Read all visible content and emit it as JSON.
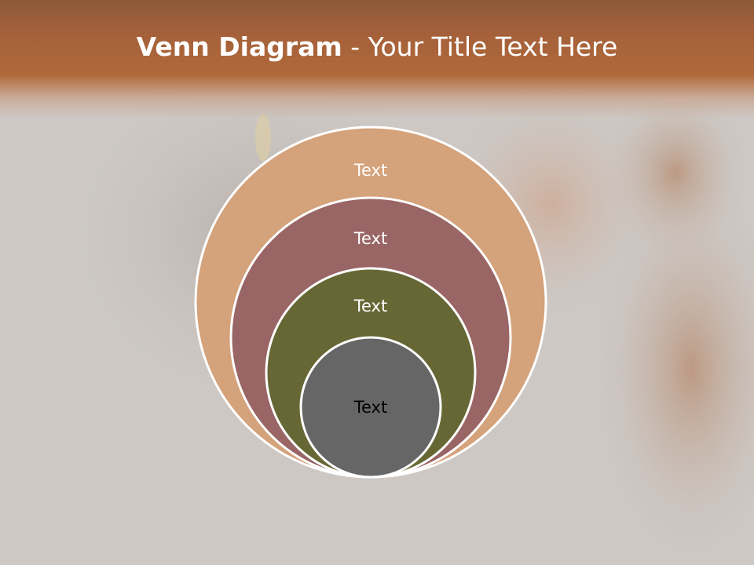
{
  "slide": {
    "title_bold": "Venn Diagram",
    "title_rest": " - Your Title Text Here"
  },
  "diagram": {
    "circles": [
      {
        "label": "Text",
        "fill": "#d4a27b",
        "text_color": "#ffffff"
      },
      {
        "label": "Text",
        "fill": "#996565",
        "text_color": "#ffffff"
      },
      {
        "label": "Text",
        "fill": "#676735",
        "text_color": "#ffffff"
      },
      {
        "label": "Text",
        "fill": "#666666",
        "text_color": "#000000"
      }
    ],
    "stroke": "#ffffff"
  },
  "colors": {
    "title_band": "#b0693a",
    "background": "#cdc8c4"
  }
}
